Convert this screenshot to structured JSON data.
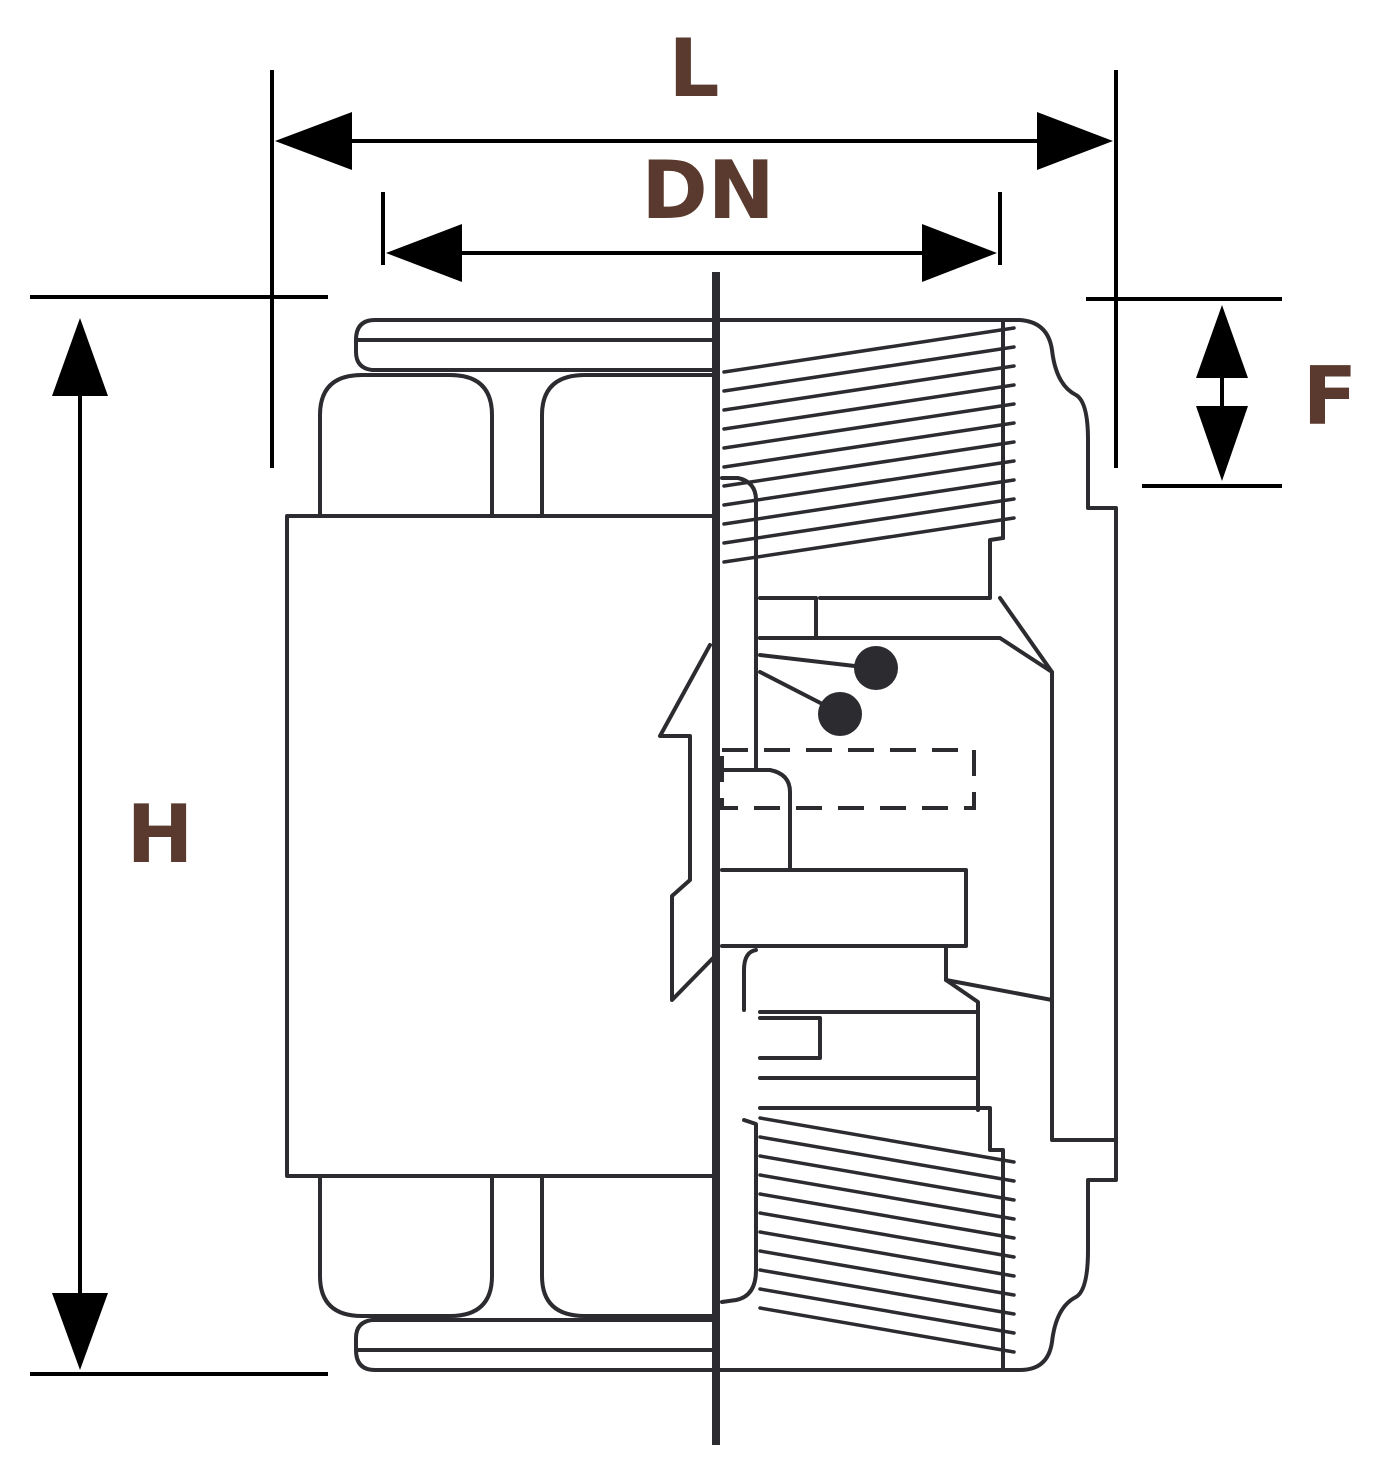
{
  "labels": {
    "length": "L",
    "nominal_diameter": "DN",
    "height": "H",
    "thread": "F"
  },
  "colors": {
    "label": "#5a3a2e",
    "line": "#2b2b30",
    "dimension": "#000000",
    "background": "#ffffff"
  }
}
